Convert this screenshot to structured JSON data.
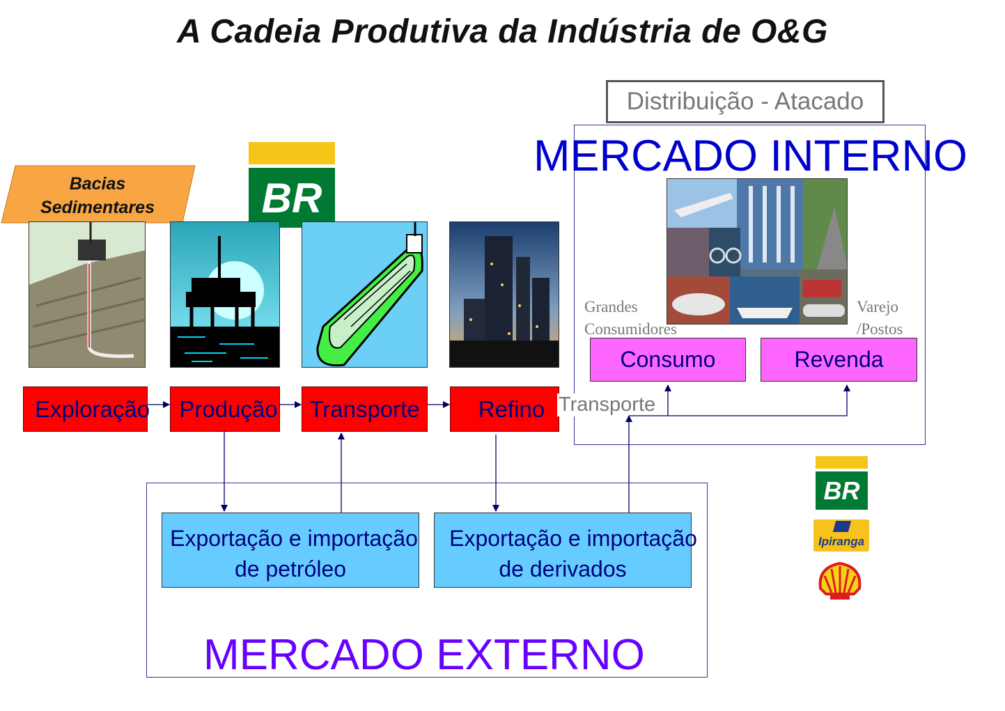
{
  "title": "A Cadeia Produtiva da Indústria de O&G",
  "bacias": {
    "line1": "Bacias",
    "line2": "Sedimentares"
  },
  "distribuicao": "Distribuição - Atacado",
  "mercado_interno": "MERCADO INTERNO",
  "mercado_externo": "MERCADO EXTERNO",
  "chain": {
    "exploracao": "Exploração",
    "producao": "Produção",
    "transporte": "Transporte",
    "refino": "Refino"
  },
  "transporte_label": "Transporte",
  "grandes": {
    "line1": "Grandes",
    "line2": "Consumidores"
  },
  "varejo": {
    "line1": "Varejo",
    "line2": "/Postos"
  },
  "consumo": "Consumo",
  "revenda": "Revenda",
  "export_petroleo": {
    "line1": "Exportação e importação",
    "line2": "de petróleo"
  },
  "export_derivados": {
    "line1": "Exportação e importação",
    "line2": "de derivados"
  },
  "logos": {
    "br": "BR",
    "ipiranga": "Ipiranga"
  },
  "icons": [
    "exploration-rig-icon",
    "offshore-platform-icon",
    "oil-tanker-icon",
    "refinery-icon",
    "consumer-collage-icon",
    "shell-logo-icon"
  ],
  "colors": {
    "chain_box": "#ff0000",
    "trade_box": "#66ccff",
    "market_box": "#ff66ff",
    "mercado_text": "#6600ff",
    "interno_text": "#0000cc",
    "arrow": "#000066"
  }
}
